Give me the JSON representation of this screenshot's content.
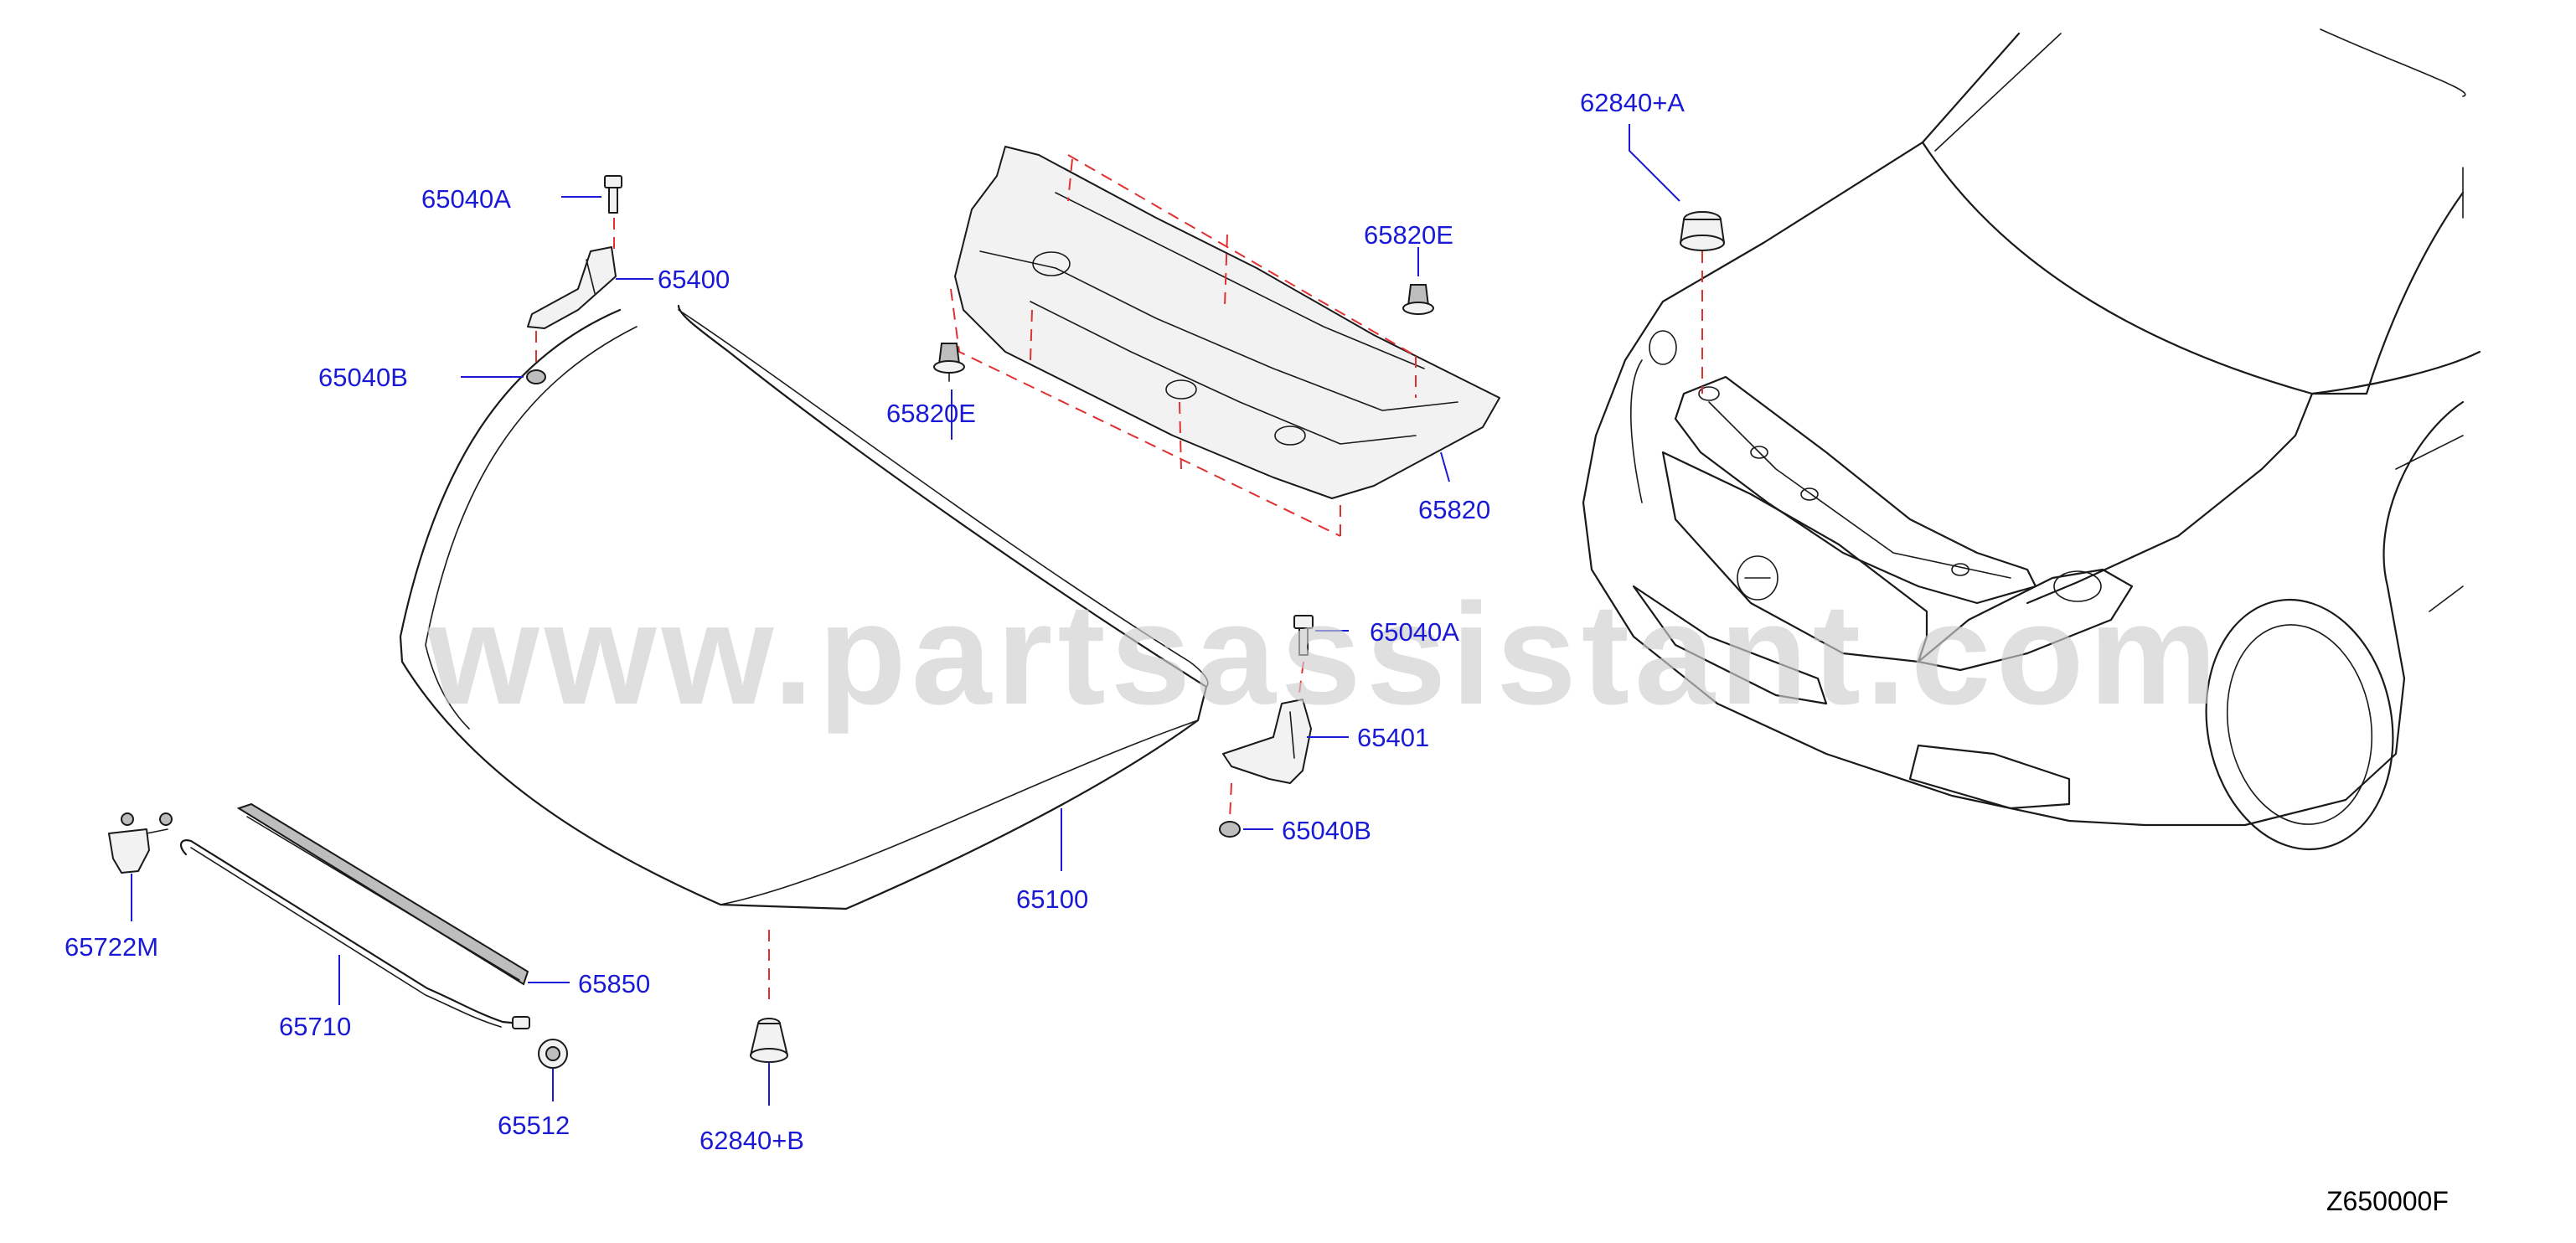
{
  "watermark": "www.partsassistant.com",
  "diagram_code": "Z650000F",
  "labels": {
    "p65040A_top": "65040A",
    "p65400": "65400",
    "p65040B_top": "65040B",
    "p65820E_left": "65820E",
    "p65820E_right": "65820E",
    "p65820": "65820",
    "p62840A": "62840+A",
    "p65040A_mid": "65040A",
    "p65401": "65401",
    "p65040B_mid": "65040B",
    "p65100": "65100",
    "p65722M": "65722M",
    "p65850": "65850",
    "p65710": "65710",
    "p65512": "65512",
    "p62840B": "62840+B"
  },
  "colors": {
    "label": "#1a1ad6",
    "leader": "#1a1ad6",
    "dashed_guide": "#e03030",
    "line_art": "#1a1a1a",
    "watermark": "#cfcfcf"
  }
}
